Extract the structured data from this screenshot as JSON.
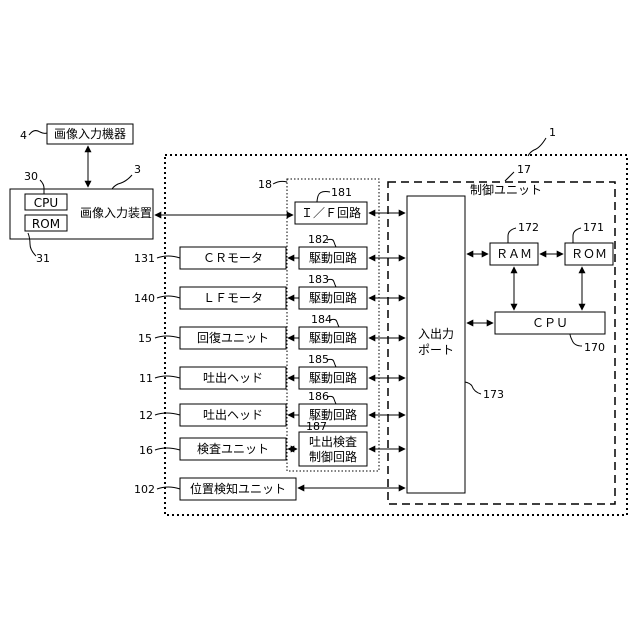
{
  "labels": {
    "image_input_device_top": "画像入力機器",
    "image_input_apparatus": "画像入力装置",
    "cpu_small": "CPU",
    "rom_small": "ROM",
    "cr_motor": "ＣＲモータ",
    "lf_motor": "ＬＦモータ",
    "recovery_unit": "回復ユニット",
    "ejection_head_1": "吐出ヘッド",
    "ejection_head_2": "吐出ヘッド",
    "inspection_unit": "検査ユニット",
    "position_detection_unit": "位置検知ユニット",
    "if_circuit": "Ｉ／Ｆ回路",
    "drive_circuit_182": "駆動回路",
    "drive_circuit_183": "駆動回路",
    "drive_circuit_184": "駆動回路",
    "drive_circuit_185": "駆動回路",
    "drive_circuit_186": "駆動回路",
    "ejection_inspection_line1": "吐出検査",
    "ejection_inspection_line2": "制御回路",
    "io_port_line1": "入出力",
    "io_port_line2": "ポート",
    "ram": "ＲＡＭ",
    "rom": "ＲＯＭ",
    "cpu": "ＣＰＵ",
    "control_unit": "制御ユニット"
  },
  "refs": {
    "r1": "1",
    "r3": "3",
    "r4": "4",
    "r30": "30",
    "r31": "31",
    "r17": "17",
    "r18": "18",
    "r181": "181",
    "r182": "182",
    "r183": "183",
    "r184": "184",
    "r185": "185",
    "r186": "186",
    "r187": "187",
    "r131": "131",
    "r140": "140",
    "r15": "15",
    "r11": "11",
    "r12": "12",
    "r16": "16",
    "r102": "102",
    "r171": "171",
    "r172": "172",
    "r170": "170",
    "r173": "173"
  }
}
